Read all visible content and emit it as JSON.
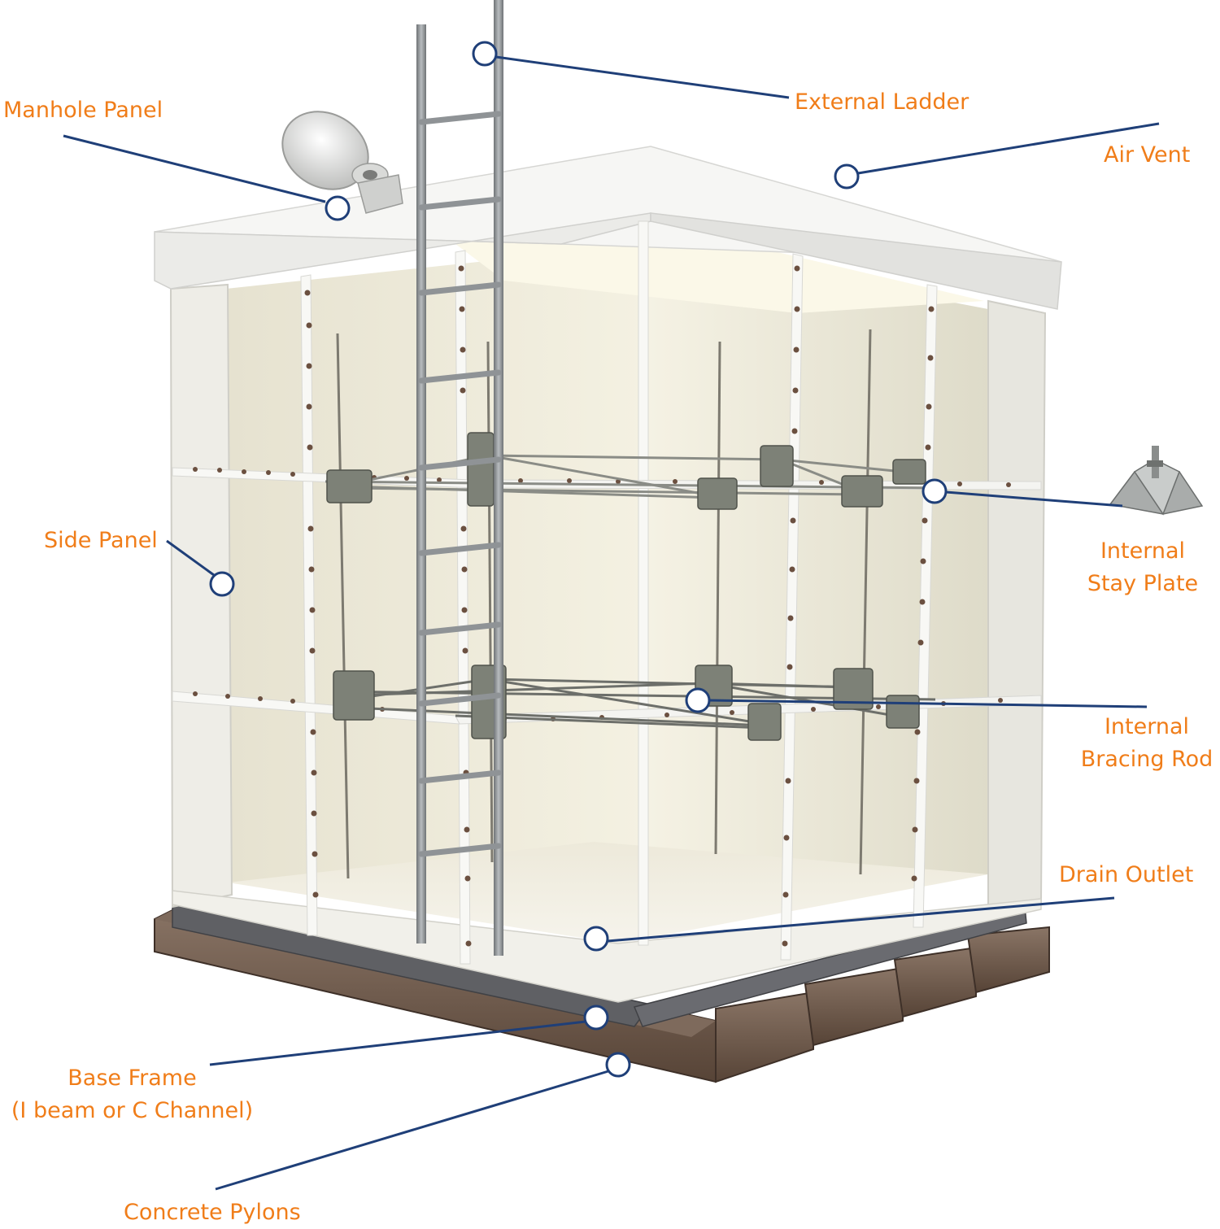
{
  "colors": {
    "label": "#f07d19",
    "leader": "#1f3f78",
    "panel_fill": "#ecebe4",
    "panel_edge": "#c9c8c1",
    "interior": "#f3efdc",
    "roof": "#f4f4f2",
    "ladder": "#8f9396",
    "bolt": "#6b5040",
    "bracket": "#7d8177",
    "timber": "#6d5748",
    "steel": "#5f6064"
  },
  "labels": {
    "manhole_panel": "Manhole Panel",
    "external_ladder": "External Ladder",
    "air_vent": "Air Vent",
    "side_panel": "Side Panel",
    "internal_stay_plate_1": "Internal",
    "internal_stay_plate_2": "Stay Plate",
    "internal_bracing_rod_1": "Internal",
    "internal_bracing_rod_2": "Bracing Rod",
    "drain_outlet": "Drain Outlet",
    "base_frame_1": "Base Frame",
    "base_frame_2": "(I beam or C Channel)",
    "concrete_pylons": "Concrete Pylons"
  }
}
